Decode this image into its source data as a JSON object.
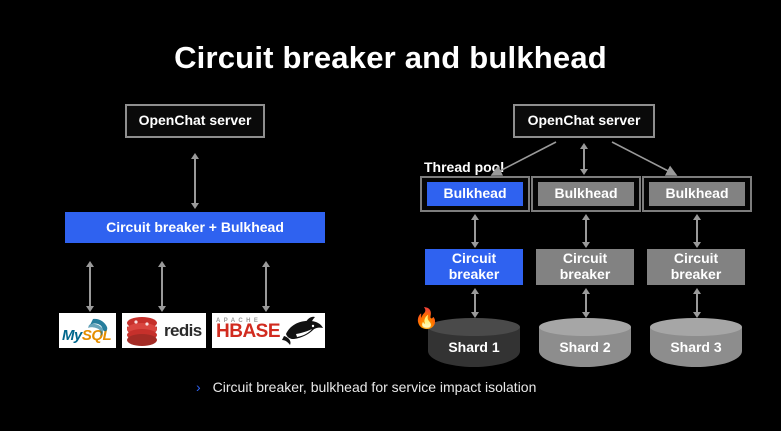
{
  "slide": {
    "title": "Circuit breaker and bulkhead",
    "background": "#000000",
    "accent_blue": "#2f62f0",
    "gray": "#828282",
    "caption": {
      "bullet": "›",
      "text": "Circuit breaker, bulkhead for service impact isolation"
    }
  },
  "left_diagram": {
    "server": {
      "label": "OpenChat server"
    },
    "combined_bar": {
      "label": "Circuit breaker + Bulkhead",
      "color": "#2f62f0"
    },
    "datastores": [
      {
        "name": "mysql",
        "text_primary": "My",
        "text_secondary": "SQL"
      },
      {
        "name": "redis",
        "text": "redis"
      },
      {
        "name": "hbase",
        "text_top": "APACHE",
        "text_main": "HBASE"
      }
    ]
  },
  "right_diagram": {
    "server": {
      "label": "OpenChat server"
    },
    "thread_pool_label": "Thread pool",
    "columns": [
      {
        "bulkhead": "Bulkhead",
        "bulkhead_color": "#2f62f0",
        "circuit_breaker": "Circuit\nbreaker",
        "circuit_breaker_line1": "Circuit",
        "circuit_breaker_line2": "breaker",
        "circuit_breaker_color": "#2f62f0",
        "shard": "Shard 1",
        "shard_color": "#333333",
        "on_fire": true,
        "fire_icon": "🔥"
      },
      {
        "bulkhead": "Bulkhead",
        "bulkhead_color": "#828282",
        "circuit_breaker_line1": "Circuit",
        "circuit_breaker_line2": "breaker",
        "circuit_breaker_color": "#828282",
        "shard": "Shard 2",
        "shard_color": "#8d8d8d",
        "on_fire": false
      },
      {
        "bulkhead": "Bulkhead",
        "bulkhead_color": "#828282",
        "circuit_breaker_line1": "Circuit",
        "circuit_breaker_line2": "breaker",
        "circuit_breaker_color": "#828282",
        "shard": "Shard 3",
        "shard_color": "#8d8d8d",
        "on_fire": false
      }
    ]
  }
}
